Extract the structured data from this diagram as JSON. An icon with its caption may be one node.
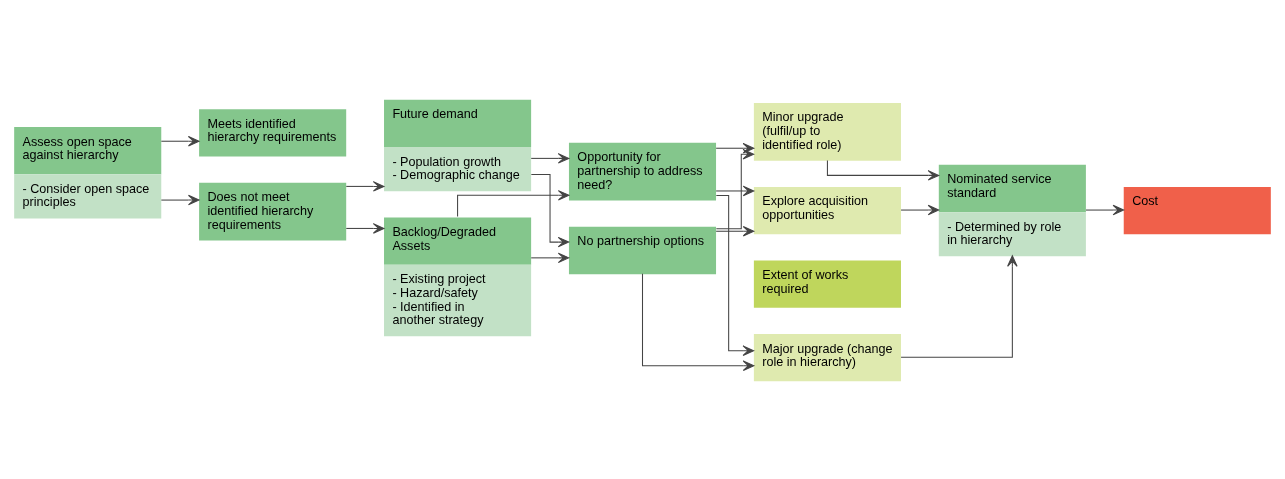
{
  "diagram": {
    "nodes": [
      {
        "text": [
          "Assess open space against hierarchy",
          "- Consider open space principles"
        ]
      },
      {
        "text": [
          "Meets identified hierarchy requirements"
        ]
      },
      {
        "text": [
          "Does not meet identified hierarchy requirements"
        ]
      },
      {
        "text": [
          "Future demand",
          "- Population growth",
          "- Demographic change"
        ]
      },
      {
        "text": [
          "Backlog/Degraded Assets",
          "- Existing project",
          "- Hazard/safety",
          "- Identified in another strategy"
        ]
      },
      {
        "text": [
          "Opportunity for partnership to address need?"
        ]
      },
      {
        "text": [
          "No partnership options"
        ]
      },
      {
        "text": [
          "Extent of works required"
        ]
      },
      {
        "text": [
          "Major upgrade (change role in hierarchy)"
        ]
      },
      {
        "text": [
          "Minor upgrade (fulfil/up to identified role)"
        ]
      },
      {
        "text": [
          "Explore acquisition opportunities"
        ]
      },
      {
        "text": [
          "Nominated service standard",
          "- Determined by role in hierarchy"
        ]
      },
      {
        "text": [
          "Cost"
        ]
      }
    ],
    "edges": [
      {
        "from": 0,
        "to": 1,
        "arrow": "to"
      },
      {
        "from": 0,
        "to": 2,
        "arrow": "to"
      },
      {
        "from": 2,
        "to": 3,
        "arrow": "to"
      },
      {
        "from": 2,
        "to": 4,
        "arrow": "to"
      },
      {
        "from": 3,
        "to": 5,
        "arrow": "to"
      },
      {
        "from": 3,
        "to": 6,
        "arrow": "to"
      },
      {
        "from": 4,
        "to": 5,
        "arrow": "to"
      },
      {
        "from": 4,
        "to": 6,
        "arrow": "to"
      },
      {
        "from": 5,
        "to": 8,
        "arrow": "to"
      },
      {
        "from": 5,
        "to": 9,
        "arrow": "to"
      },
      {
        "from": 5,
        "to": 10,
        "arrow": "to"
      },
      {
        "from": 6,
        "to": 8,
        "arrow": "to"
      },
      {
        "from": 6,
        "to": 9,
        "arrow": "to"
      },
      {
        "from": 6,
        "to": 10,
        "arrow": "to"
      },
      {
        "from": 8,
        "to": 11,
        "arrow": "to"
      },
      {
        "from": 9,
        "to": 11,
        "arrow": "to"
      },
      {
        "from": 10,
        "to": 11,
        "arrow": "to"
      },
      {
        "from": 11,
        "to": 12,
        "arrow": "to"
      }
    ]
  }
}
